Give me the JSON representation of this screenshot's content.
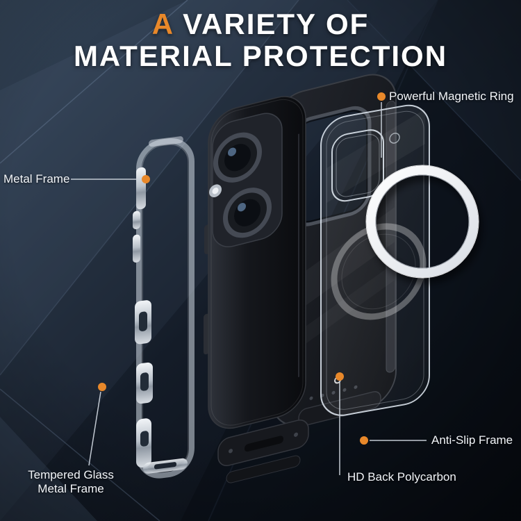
{
  "title": {
    "accent": "A",
    "line1_rest": " VARIETY OF",
    "line2": "MATERIAL PROTECTION"
  },
  "callouts": {
    "magnetic_ring": {
      "label": "Powerful Magnetic Ring"
    },
    "metal_frame": {
      "label": "Metal Frame"
    },
    "anti_slip": {
      "label": "Anti-Slip Frame"
    },
    "hd_back": {
      "label": "HD Back Polycarbon"
    },
    "tempered_glass": {
      "line1": "Tempered Glass",
      "line2": "Metal Frame"
    }
  },
  "colors": {
    "accent_orange": "#e8882a",
    "label_white": "#f2f5f9",
    "ring_white": "#f4f6f9",
    "background_light": "#3a4b60",
    "background_dark": "#0a0e15"
  }
}
